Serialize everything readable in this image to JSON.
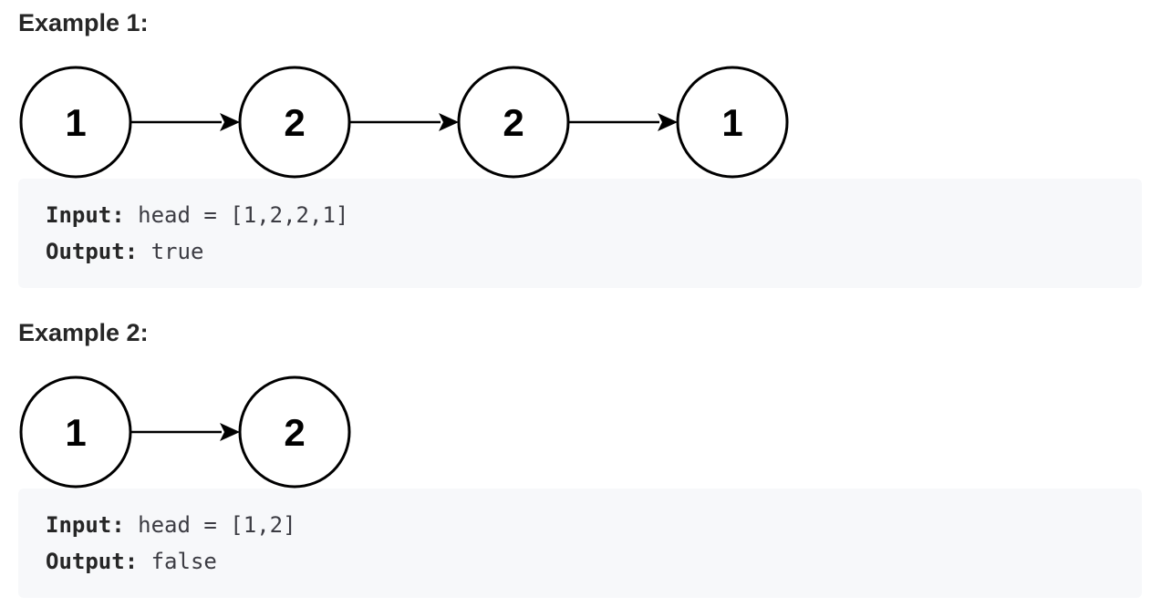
{
  "examples": [
    {
      "title": "Example 1:",
      "nodes": [
        "1",
        "2",
        "2",
        "1"
      ],
      "input_label": "Input:",
      "input_value": " head = [1,2,2,1]",
      "output_label": "Output:",
      "output_value": " true"
    },
    {
      "title": "Example 2:",
      "nodes": [
        "1",
        "2"
      ],
      "input_label": "Input:",
      "input_value": " head = [1,2]",
      "output_label": "Output:",
      "output_value": " false"
    }
  ],
  "colors": {
    "node_stroke": "#000000",
    "code_background": "#f7f8fa",
    "heading_text": "#262626"
  }
}
